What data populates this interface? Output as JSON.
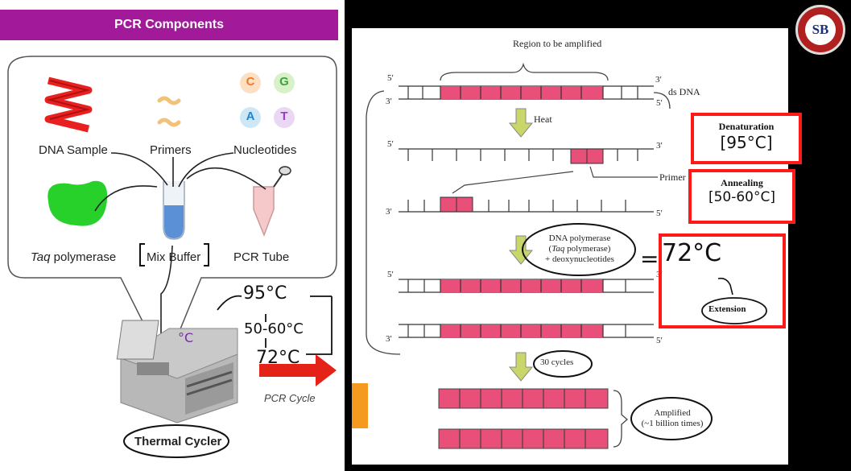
{
  "left_panel": {
    "header": "PCR Components",
    "nucleotide_letters": [
      "C",
      "G",
      "A",
      "T"
    ],
    "labels": {
      "dna_sample": "DNA Sample",
      "primers": "Primers",
      "nucleotides": "Nucleotides",
      "taq_italic": "Taq",
      "taq_rest": " polymerase",
      "mix_buffer": "Mix Buffer",
      "pcr_tube": "PCR Tube",
      "pcr_cycle": "PCR Cycle",
      "thermal_cycler": "Thermal Cycler"
    },
    "handwritten": {
      "temp1": "95°C",
      "temp2": "50-60°C",
      "temp3": "72°C",
      "display": "°C"
    }
  },
  "right_panel": {
    "region_label": "Region to be amplified",
    "ds_dna": "ds DNA",
    "heat": "Heat",
    "primer": "Primer",
    "polymerase_line1": "DNA polymerase",
    "polymerase_line2_italic": "Taq",
    "polymerase_line2_rest": " polymerase)",
    "polymerase_line3": "+ deoxynucleotides",
    "cycles": "30 cycles",
    "amplified_line1": "Amplified",
    "amplified_line2": "(~1 billion times)",
    "end_5": "5′",
    "end_3": "3′",
    "equals": "=",
    "temp_ext": "72°C"
  },
  "annotations": {
    "denaturation_title": "Denaturation",
    "denaturation_temp": "[95°C]",
    "annealing_title": "Annealing",
    "annealing_temp": "[50-60°C]",
    "extension_title": "Extension"
  },
  "logo_text": "SB"
}
